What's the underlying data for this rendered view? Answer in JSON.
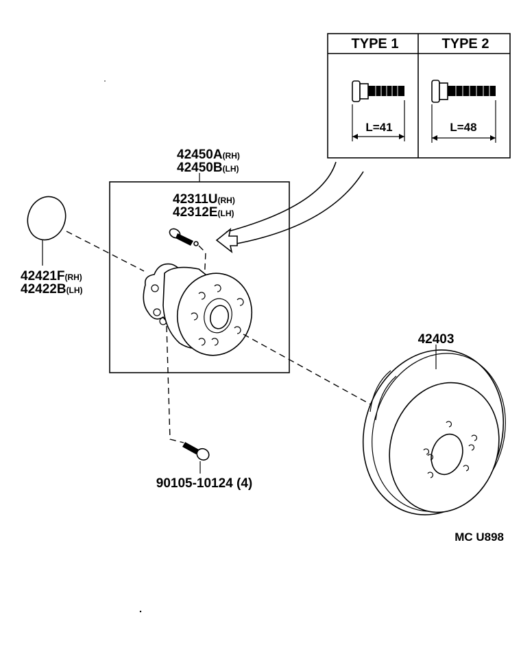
{
  "parts": {
    "hub_assembly": {
      "number_rh": "42450A",
      "suffix_rh": "(RH)",
      "number_lh": "42450B",
      "suffix_lh": "(LH)"
    },
    "hub_bolt": {
      "number_rh": "42311U",
      "suffix_rh": "(RH)",
      "number_lh": "42312E",
      "suffix_lh": "(LH)"
    },
    "grease_cap": {
      "number_rh": "42421F",
      "suffix_rh": "(RH)",
      "number_lh": "42422B",
      "suffix_lh": "(LH)"
    },
    "brake_drum": {
      "number": "42403"
    },
    "mounting_bolt": {
      "label": "90105-10124 (4)"
    }
  },
  "bolt_types": {
    "type1": {
      "header": "TYPE 1",
      "length": "L=41"
    },
    "type2": {
      "header": "TYPE 2",
      "length": "L=48"
    }
  },
  "diagram_code": "MC U898"
}
